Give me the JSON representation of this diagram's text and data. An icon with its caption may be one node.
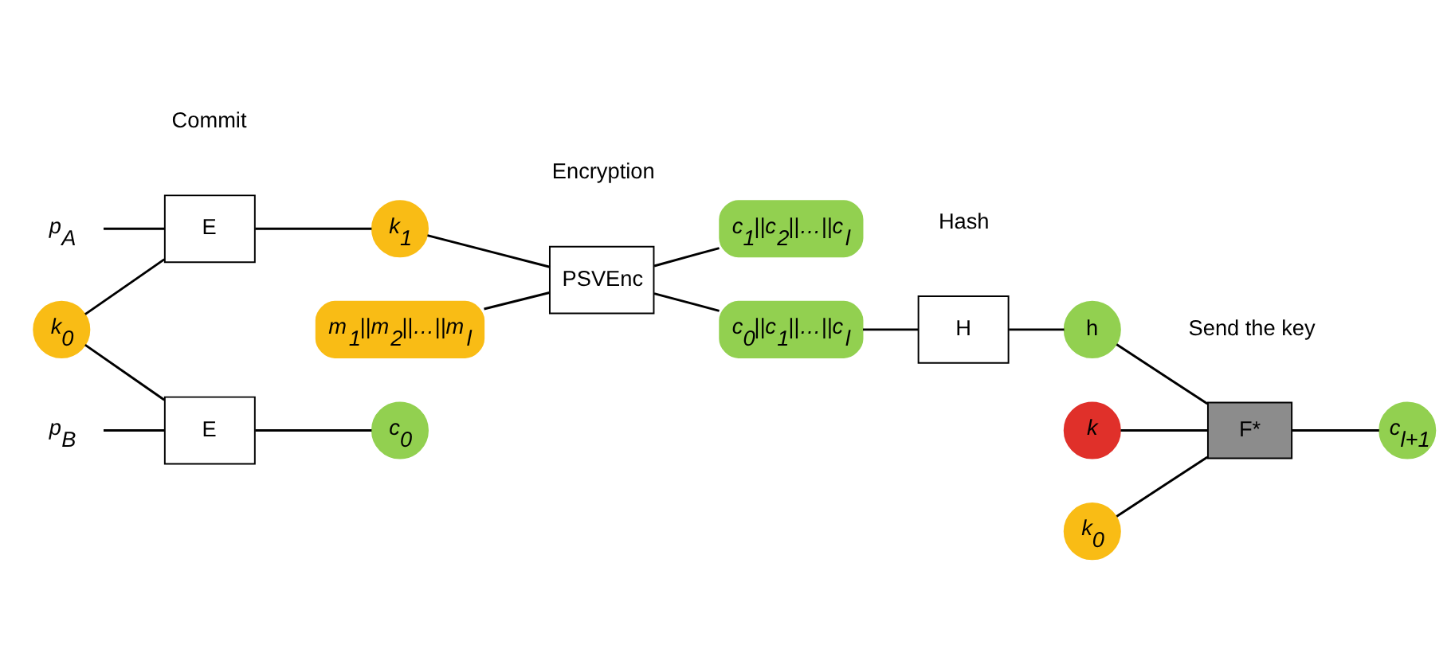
{
  "diagram": {
    "nodes": [
      {
        "text": [
          "p$_{A}$"
        ]
      },
      {
        "text": [
          "k$_{0}$"
        ]
      },
      {
        "text": [
          "E"
        ]
      },
      {
        "text": [
          "k$_{1}$"
        ]
      },
      {
        "text": [
          "m$_{1}$||m$_{2}$||…||m$_{l}$"
        ]
      },
      {
        "text": [
          "PSVEnc"
        ]
      },
      {
        "text": [
          "c$_{1}$||c$_{2}$||…||c$_{l}$"
        ]
      },
      {
        "text": [
          "c$_{0}$||c$_{1}$||…||c$_{l}$"
        ]
      },
      {
        "text": [
          "H"
        ]
      },
      {
        "text": [
          "h"
        ]
      },
      {
        "text": [
          "k"
        ]
      },
      {
        "text": [
          "k$_{0}$"
        ]
      },
      {
        "text": [
          "F*"
        ]
      },
      {
        "text": [
          "c$_{l+1}$"
        ]
      },
      {
        "text": [
          "p$_{B}$"
        ]
      },
      {
        "text": [
          "E"
        ]
      },
      {
        "text": [
          "c$_{0}$"
        ]
      }
    ],
    "edges": [
      {
        "from": 0,
        "to": 2,
        "arrow": "none"
      },
      {
        "from": 1,
        "to": 2,
        "arrow": "none"
      },
      {
        "from": 1,
        "to": 15,
        "arrow": "none"
      },
      {
        "from": 2,
        "to": 3,
        "arrow": "none"
      },
      {
        "from": 3,
        "to": 5,
        "arrow": "none"
      },
      {
        "from": 4,
        "to": 5,
        "arrow": "none"
      },
      {
        "from": 5,
        "to": 6,
        "arrow": "none"
      },
      {
        "from": 5,
        "to": 7,
        "arrow": "none"
      },
      {
        "from": 7,
        "to": 8,
        "arrow": "none"
      },
      {
        "from": 8,
        "to": 9,
        "arrow": "none"
      },
      {
        "from": 9,
        "to": 12,
        "arrow": "none"
      },
      {
        "from": 10,
        "to": 12,
        "arrow": "none"
      },
      {
        "from": 11,
        "to": 12,
        "arrow": "none"
      },
      {
        "from": 12,
        "to": 13,
        "arrow": "none"
      },
      {
        "from": 14,
        "to": 15,
        "arrow": "none"
      },
      {
        "from": 15,
        "to": 16,
        "arrow": "none"
      }
    ],
    "labels": [
      "Encryption",
      "Hash",
      "Send the key",
      "Commit"
    ]
  }
}
